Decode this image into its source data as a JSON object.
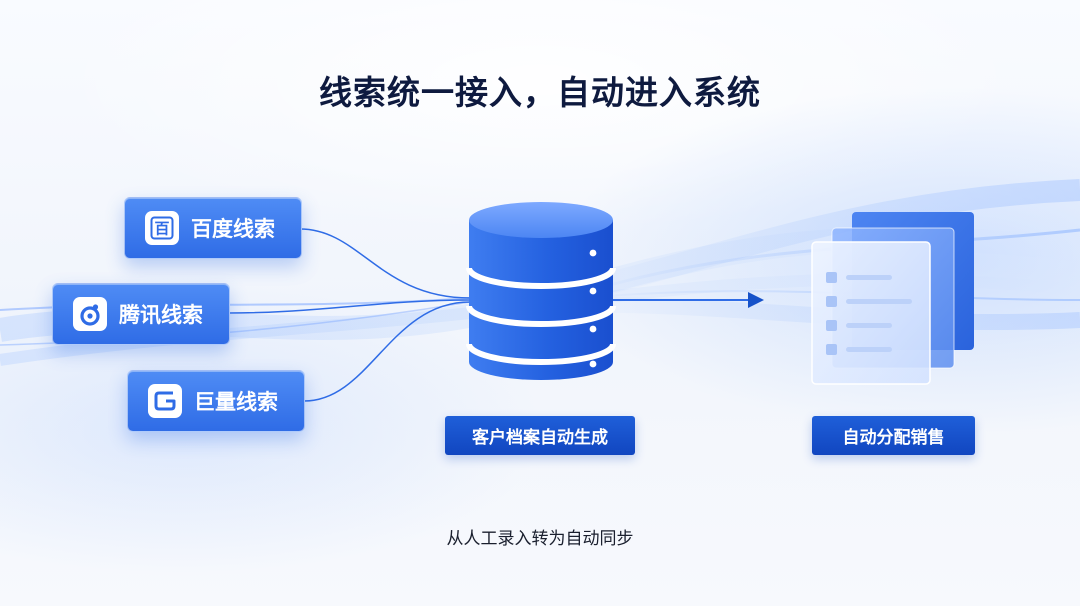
{
  "title": "线索统一接入，自动进入系统",
  "sources": [
    {
      "label": "百度线索",
      "icon": "baidu-icon"
    },
    {
      "label": "腾讯线索",
      "icon": "tencent-icon"
    },
    {
      "label": "巨量线索",
      "icon": "juliang-icon"
    }
  ],
  "center_label": "客户档案自动生成",
  "right_label": "自动分配销售",
  "caption": "从人工录入转为自动同步",
  "icons": {
    "baidu_glyph": "百",
    "database": "database-icon",
    "documents": "document-stack-icon",
    "arrow": "arrow-right-icon"
  },
  "colors": {
    "title": "#0e1a3f",
    "card_blue": "#3a78ee",
    "pill_blue": "#1652c9",
    "flow_line": "#2f6ce6",
    "caption": "#1a1f2e"
  }
}
